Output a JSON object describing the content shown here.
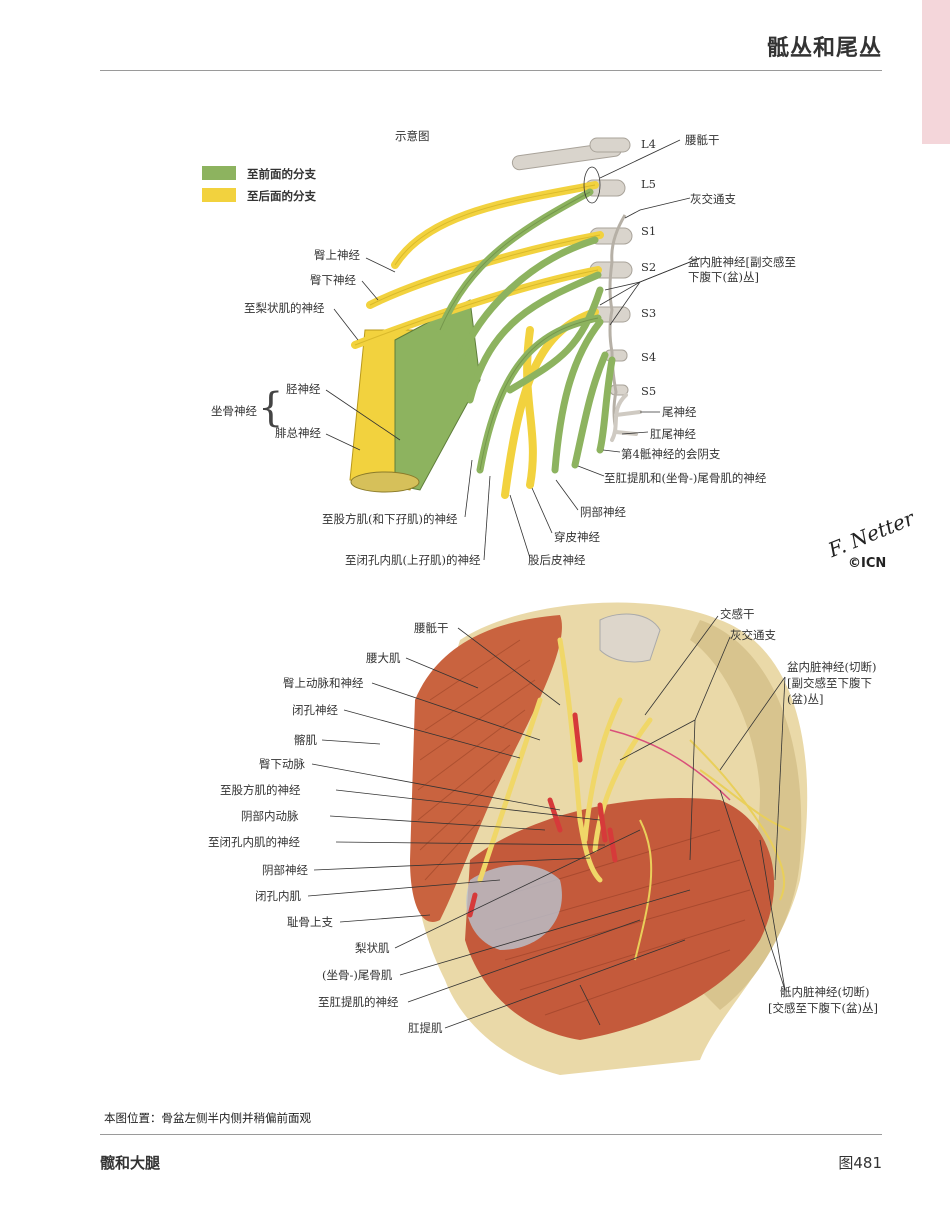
{
  "header": {
    "title": "骶丛和尾丛"
  },
  "legend": {
    "anterior": "至前面的分支",
    "posterior": "至后面的分支",
    "anterior_color": "#8db35f",
    "posterior_color": "#f2d23e"
  },
  "schematic": {
    "title": "示意图",
    "roots": [
      "L4",
      "L5",
      "S1",
      "S2",
      "S3",
      "S4",
      "S5"
    ],
    "labels": {
      "lumbosacral": "腰骶干",
      "gray_rami": "灰交通支",
      "pelvic_splanchnic": "盆内脏神经[副交感至",
      "pelvic_splanchnic2": "下腹下(盆)丛]",
      "coccygeal": "尾神经",
      "anococcygeal": "肛尾神经",
      "perineal_s4": "第4骶神经的会阴支",
      "levator_coccygeus": "至肛提肌和(坐骨-)尾骨肌的神经",
      "pudendal": "阴部神经",
      "perforating": "穿皮神经",
      "posterior_femoral": "股后皮神经",
      "obturator_internus": "至闭孔内肌(上孖肌)的神经",
      "quadratus": "至股方肌(和下孖肌)的神经",
      "superior_gluteal": "臀上神经",
      "inferior_gluteal": "臀下神经",
      "piriformis": "至梨状肌的神经",
      "sciatic": "坐骨神经",
      "tibial": "胫神经",
      "common_fibular": "腓总神经"
    }
  },
  "signature": {
    "artist": "F. Netter",
    "mark": "©ICN"
  },
  "dissection": {
    "labels": {
      "lumbosacral": "腰骶干",
      "psoas": "腰大肌",
      "sup_gluteal_av": "臀上动脉和神经",
      "obturator_nerve": "闭孔神经",
      "iliacus": "髂肌",
      "inf_gluteal_a": "臀下动脉",
      "quadratus_n": "至股方肌的神经",
      "int_pudendal_a": "阴部内动脉",
      "obt_int_n": "至闭孔内肌的神经",
      "pudendal_n": "阴部神经",
      "obt_int_m": "闭孔内肌",
      "sup_pubic": "耻骨上支",
      "piriformis_m": "梨状肌",
      "coccygeus": "(坐骨-)尾骨肌",
      "levator_n": "至肛提肌的神经",
      "levator_ani": "肛提肌",
      "sympathetic": "交感干",
      "gray_rami": "灰交通支",
      "pelvic_spl1": "盆内脏神经(切断)",
      "pelvic_spl2": "[副交感至下腹下",
      "pelvic_spl3": "(盆)丛]",
      "sacral_spl1": "骶内脏神经(切断)",
      "sacral_spl2": "[交感至下腹下(盆)丛]"
    }
  },
  "caption": "本图位置：骨盆左侧半内侧并稍偏前面观",
  "footer": {
    "section": "髋和大腿",
    "figure": "图481"
  }
}
